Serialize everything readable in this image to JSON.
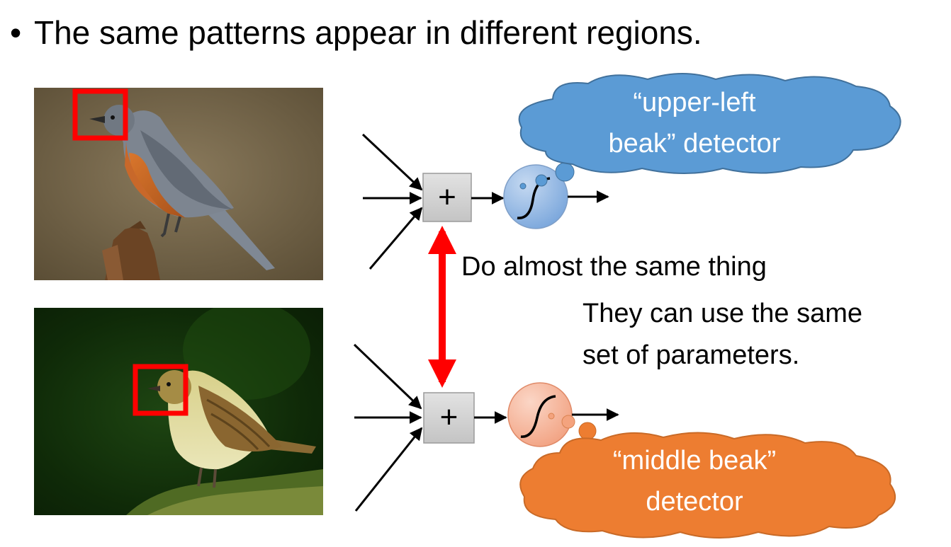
{
  "slide": {
    "bullet_symbol": "•",
    "bullet_text": "The same patterns appear in different regions."
  },
  "photos": [
    {
      "name": "top-bird-photo",
      "icon": "bird-gray-orange-photo"
    },
    {
      "name": "bottom-bird-photo",
      "icon": "bird-yellow-green-photo"
    }
  ],
  "neurons": {
    "sum_symbol": "+",
    "top_activation_color": "#8fb4e3",
    "bottom_activation_color": "#f4b49a"
  },
  "annotations": {
    "same_thing": "Do almost the same thing",
    "shared_params_line1": "They can use the same",
    "shared_params_line2": "set of parameters."
  },
  "clouds": {
    "top_line1": "“upper-left",
    "top_line2": "beak” detector",
    "top_color": "#5b9bd5",
    "bottom_line1": "“middle beak”",
    "bottom_line2": "detector",
    "bottom_color": "#ed7d31"
  },
  "colors": {
    "highlight_box": "#ff0000",
    "double_arrow": "#ff0000"
  }
}
